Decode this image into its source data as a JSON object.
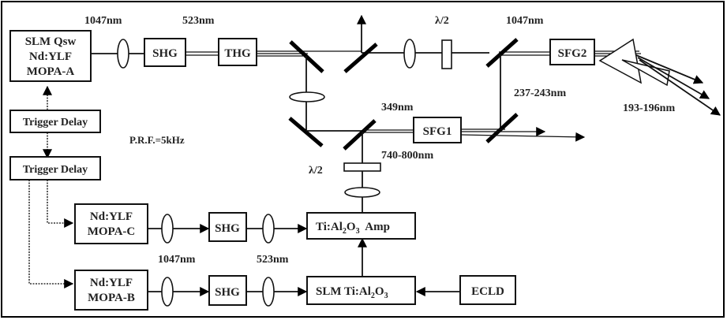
{
  "diagram": {
    "title": "Optical setup for 193-196 nm generation",
    "boxes": {
      "mopa_a": [
        "SLM Qsw",
        "Nd:YLF",
        "MOPA-A"
      ],
      "trigger_delay_1": "Trigger Delay",
      "trigger_delay_2": "Trigger Delay",
      "mopa_c": [
        "Nd:YLF",
        "MOPA-C"
      ],
      "mopa_b": [
        "Nd:YLF",
        "MOPA-B"
      ],
      "shg_top": "SHG",
      "thg": "THG",
      "sfg2": "SFG2",
      "sfg1": "SFG1",
      "shg_c": "SHG",
      "shg_b": "SHG",
      "amp": {
        "prefix": "Ti:Al",
        "sub1": "2",
        "mid": "O",
        "sub2": "3",
        "suffix": "  Amp"
      },
      "slm_ti": {
        "prefix": "SLM Ti:Al",
        "sub1": "2",
        "mid": "O",
        "sub2": "3",
        "suffix": ""
      },
      "ecld": "ECLD"
    },
    "labels": {
      "wl_1047_top": "1047nm",
      "wl_523_top": "523nm",
      "half_wave_top": "λ/2",
      "wl_1047_right": "1047nm",
      "wl_237_243": "237-243nm",
      "wl_193_196": "193-196nm",
      "wl_349": "349nm",
      "wl_740_800": "740-800nm",
      "half_wave_mid": "λ/2",
      "prf": "P.R.F.=5kHz",
      "wl_1047_bottom": "1047nm",
      "wl_523_bottom": "523nm"
    }
  }
}
